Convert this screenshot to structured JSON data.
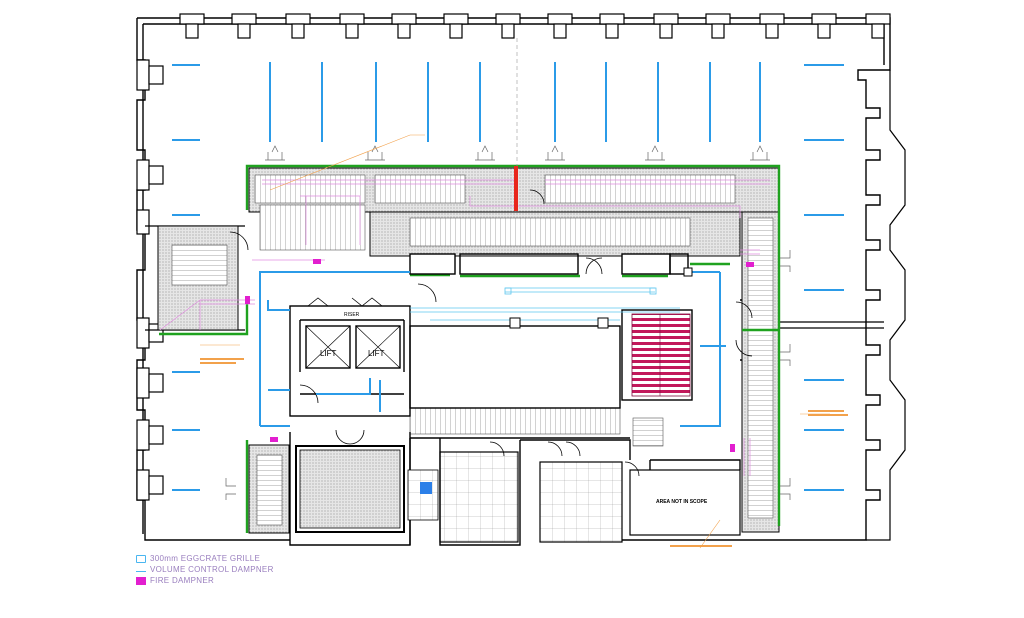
{
  "labels": {
    "riser": "RISER",
    "lift_left": "LIFT",
    "lift_right": "LIFT",
    "area_not_in_scope": "AREA NOT IN SCOPE"
  },
  "legend": [
    {
      "icon": "eggcrate-grille-icon",
      "text": "300mm EGGCRATE GRILLE"
    },
    {
      "icon": "volume-control-damper-icon",
      "text": "VOLUME CONTROL DAMPNER"
    },
    {
      "icon": "fire-damper-icon",
      "text": "FIRE DAMPNER"
    }
  ],
  "colors": {
    "wall": "#000000",
    "hatch": "#d9d9d9",
    "green_line": "#1fa21f",
    "duct_blue": "#2b9be8",
    "light_duct": "#5fc7ef",
    "magenta": "#e21fcf",
    "red_riser": "#e8261c",
    "orange_note": "#f2a14b",
    "legend_text": "#9a7fbf",
    "stair_magenta": "#c2185b"
  }
}
